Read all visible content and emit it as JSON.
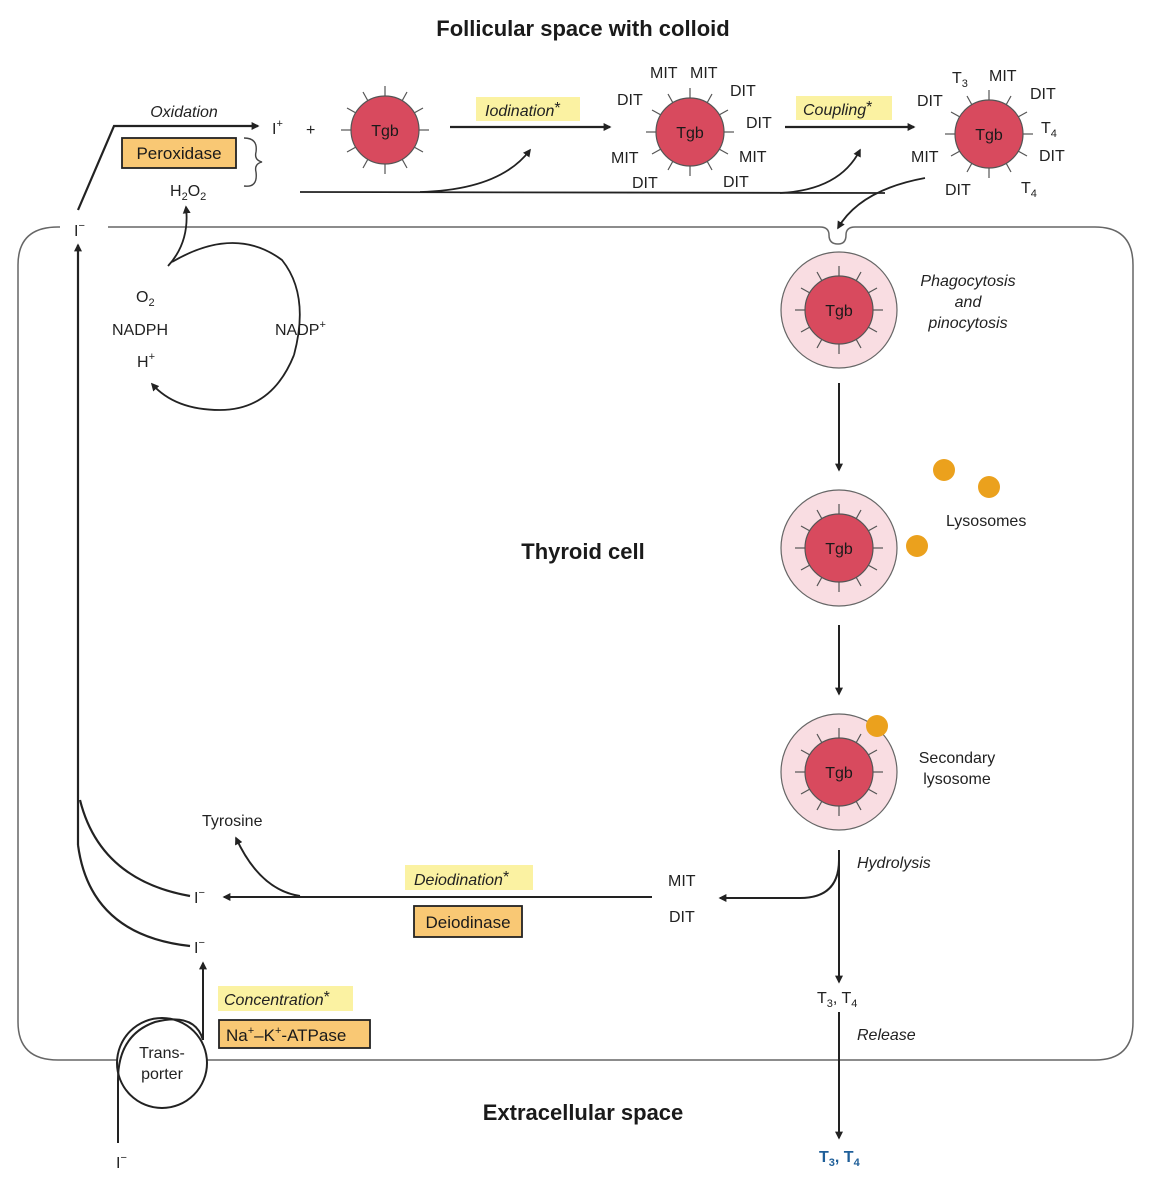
{
  "titles": {
    "follicular": "Follicular space with colloid",
    "thyroid_cell": "Thyroid cell",
    "extracellular": "Extracellular space"
  },
  "tgb": "Tgb",
  "top": {
    "oxidation": "Oxidation",
    "peroxidase": "Peroxidase",
    "h2o2_H": "H",
    "h2o2_2a": "2",
    "h2o2_O": "O",
    "h2o2_2b": "2",
    "iodine_plus": "I",
    "plus_sup": "+",
    "plus_sign": "+",
    "iodination": "Iodination",
    "coupling": "Coupling",
    "asterisk": "*"
  },
  "labels": {
    "mit": "MIT",
    "dit": "DIT",
    "t": "T",
    "t3_sub": "3",
    "t4_sub": "4"
  },
  "cycle": {
    "o2_O": "O",
    "o2_sub": "2",
    "nadph": "NADPH",
    "h": "H",
    "h_sup": "+",
    "nadp": "NADP",
    "nadp_sup": "+"
  },
  "iodide": {
    "I": "I",
    "minus": "−"
  },
  "right": {
    "phago_1": "Phagocytosis",
    "phago_2": "and",
    "phago_3": "pinocytosis",
    "lysosomes": "Lysosomes",
    "secondary_1": "Secondary",
    "secondary_2": "lysosome",
    "hydrolysis": "Hydrolysis",
    "release": "Release",
    "comma": ", "
  },
  "bottom": {
    "tyrosine": "Tyrosine",
    "deiodination": "Deiodination",
    "deiodinase": "Deiodinase",
    "concentration": "Concentration",
    "atpase_a": "Na",
    "atpase_b": "+",
    "atpase_c": "–K",
    "atpase_d": "+",
    "atpase_e": "-ATPase",
    "transporter_1": "Trans-",
    "transporter_2": "porter"
  },
  "colors": {
    "tgb_fill": "#d84a5e",
    "vesicle_fill": "#f9dde2",
    "lysosome": "#eba11d",
    "enzyme_box": "#f9c874",
    "process_highlight": "#fbf2a2",
    "released_hormone": "#1f5f99"
  }
}
